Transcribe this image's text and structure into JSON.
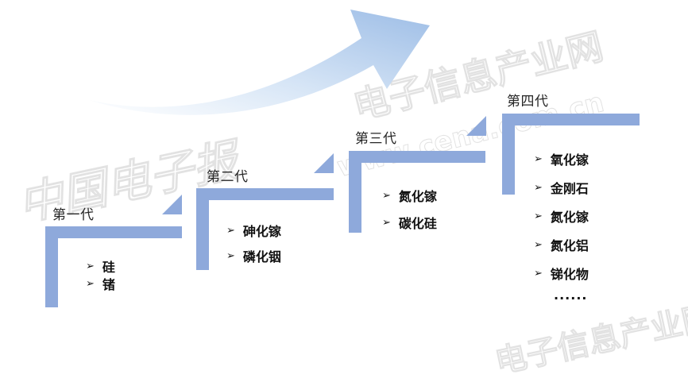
{
  "diagram": {
    "type": "staircase-progression",
    "accent_color": "#8ea9db",
    "arrow_gradient": [
      "#ffffff",
      "#9fc0e8"
    ],
    "bullet_glyph": "➢",
    "generations": [
      {
        "label": "第一代",
        "items": [
          "硅",
          "锗"
        ]
      },
      {
        "label": "第二代",
        "items": [
          "砷化镓",
          "磷化铟"
        ]
      },
      {
        "label": "第三代",
        "items": [
          "氮化镓",
          "碳化硅"
        ]
      },
      {
        "label": "第四代",
        "items": [
          "氧化镓",
          "金刚石",
          "氮化镓",
          "氮化铝",
          "锑化物"
        ],
        "more": "······"
      }
    ],
    "watermarks": [
      "中国电子报",
      "电子信息产业网",
      "www.cena.com.cn"
    ]
  }
}
